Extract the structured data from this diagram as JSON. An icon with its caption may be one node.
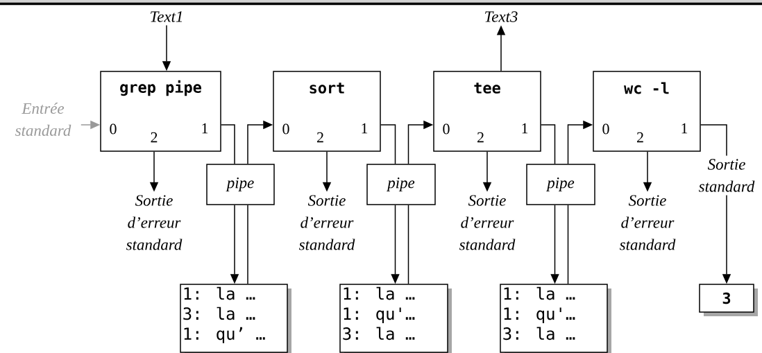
{
  "diagram": {
    "nodes": [
      {
        "text": [
          "Text1"
        ]
      },
      {
        "text": [
          "Entrée standard"
        ]
      },
      {
        "text": [
          "grep pipe",
          "0",
          "2",
          "1"
        ]
      },
      {
        "text": [
          "Sortie d’erreur standard"
        ]
      },
      {
        "text": [
          "pipe"
        ]
      },
      {
        "text": [
          "1: la …",
          "3: la …",
          "1: qu’ …"
        ]
      },
      {
        "text": [
          "sort",
          "0",
          "2",
          "1"
        ]
      },
      {
        "text": [
          "Sortie d’erreur standard"
        ]
      },
      {
        "text": [
          "pipe"
        ]
      },
      {
        "text": [
          "1: la …",
          "1: qu'…",
          "3: la …"
        ]
      },
      {
        "text": [
          "Text3"
        ]
      },
      {
        "text": [
          "tee",
          "0",
          "2",
          "1"
        ]
      },
      {
        "text": [
          "Sortie d’erreur standard"
        ]
      },
      {
        "text": [
          "pipe"
        ]
      },
      {
        "text": [
          "1: la …",
          "1: qu'…",
          "3: la …"
        ]
      },
      {
        "text": [
          "wc -l",
          "0",
          "2",
          "1"
        ]
      },
      {
        "text": [
          "Sortie d’erreur standard"
        ]
      },
      {
        "text": [
          "Sortie standard"
        ]
      },
      {
        "text": [
          "3"
        ]
      }
    ],
    "edges": [
      {
        "from": 0,
        "to": 2,
        "arrow": "to"
      },
      {
        "from": 1,
        "to": 2,
        "arrow": "to",
        "color": "#999999"
      },
      {
        "from": 2,
        "to": 3,
        "arrow": "to"
      },
      {
        "from": 2,
        "to": 4,
        "arrow": "none"
      },
      {
        "from": 4,
        "to": 5,
        "arrow": "to"
      },
      {
        "from": 5,
        "to": 4,
        "arrow": "none"
      },
      {
        "from": 4,
        "to": 6,
        "arrow": "to"
      },
      {
        "from": 6,
        "to": 7,
        "arrow": "to"
      },
      {
        "from": 6,
        "to": 8,
        "arrow": "none"
      },
      {
        "from": 8,
        "to": 9,
        "arrow": "to"
      },
      {
        "from": 9,
        "to": 8,
        "arrow": "none"
      },
      {
        "from": 8,
        "to": 11,
        "arrow": "to"
      },
      {
        "from": 11,
        "to": 10,
        "arrow": "to"
      },
      {
        "from": 11,
        "to": 12,
        "arrow": "to"
      },
      {
        "from": 11,
        "to": 13,
        "arrow": "none"
      },
      {
        "from": 13,
        "to": 14,
        "arrow": "to"
      },
      {
        "from": 14,
        "to": 13,
        "arrow": "none"
      },
      {
        "from": 13,
        "to": 15,
        "arrow": "to"
      },
      {
        "from": 15,
        "to": 16,
        "arrow": "to"
      },
      {
        "from": 15,
        "to": 17,
        "arrow": "none"
      },
      {
        "from": 17,
        "to": 18,
        "arrow": "to"
      }
    ]
  }
}
